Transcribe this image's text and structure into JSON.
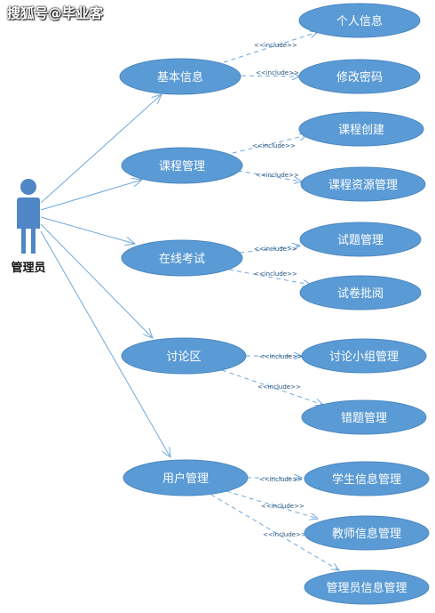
{
  "watermark": "搜狐号@毕业客",
  "actor": {
    "label": "管理员"
  },
  "relation_label": "<<include>>",
  "colors": {
    "ellipse_fill": "#5b9bd5",
    "ellipse_stroke": "#4a86c0",
    "line": "#6fa8dc"
  },
  "use_cases": {
    "main": [
      "基本信息",
      "课程管理",
      "在线考试",
      "讨论区",
      "用户管理"
    ],
    "sub": [
      [
        "个人信息",
        "修改密码"
      ],
      [
        "课程创建",
        "课程资源管理"
      ],
      [
        "试题管理",
        "试卷批阅"
      ],
      [
        "讨论小组管理",
        "错题管理"
      ],
      [
        "学生信息管理",
        "教师信息管理",
        "管理员信息管理"
      ]
    ]
  }
}
